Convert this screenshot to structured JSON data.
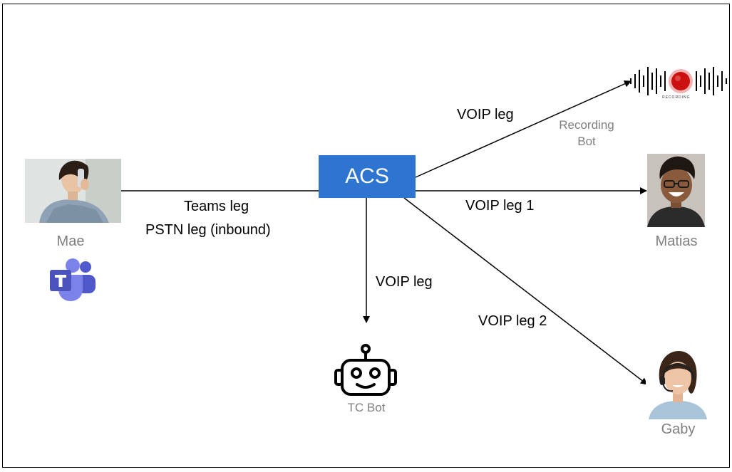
{
  "nodes": {
    "acs": "ACS",
    "mae": "Mae",
    "matias": "Matias",
    "gaby": "Gaby",
    "tc_bot": "TC Bot",
    "recording_bot": "Recording Bot",
    "recording_logo_text": "RECORDING"
  },
  "edges": {
    "mae_acs_teams": "Teams leg",
    "mae_acs_pstn": "PSTN leg (inbound)",
    "acs_recording": "VOIP leg",
    "acs_matias": "VOIP leg 1",
    "acs_tc_bot": "VOIP leg",
    "acs_gaby": "VOIP leg 2"
  },
  "colors": {
    "acs_box": "#2e75d1",
    "teams_purple": "#5059c9",
    "recording_red": "#cc1111",
    "label_gray": "#7f7f7f"
  },
  "icons": [
    "teams-icon",
    "robot-icon",
    "recording-waveform-icon"
  ]
}
